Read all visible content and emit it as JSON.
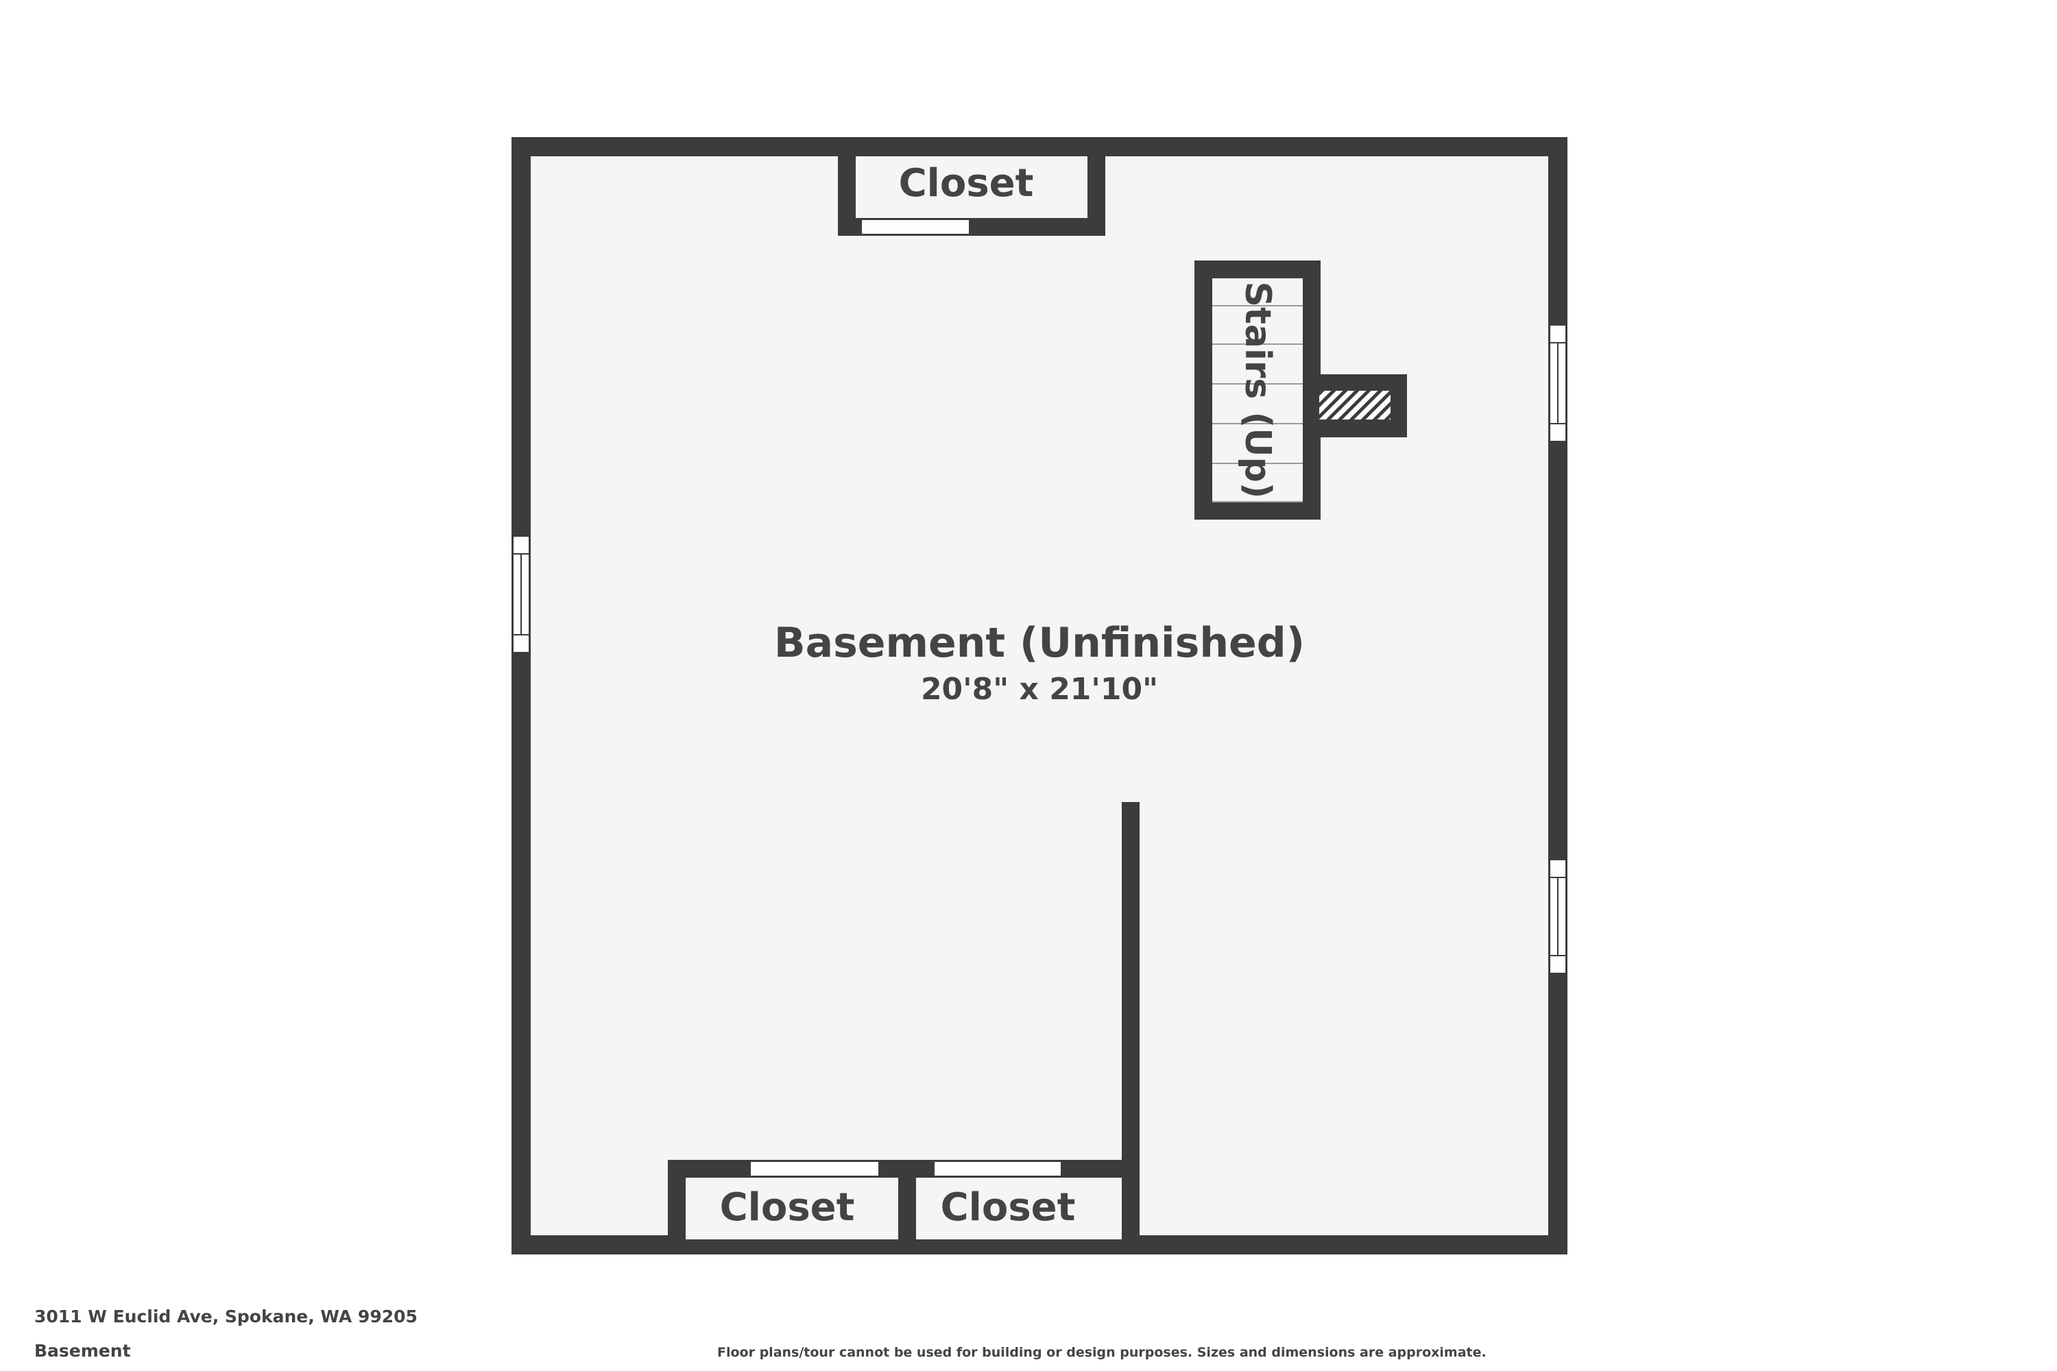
{
  "floor_plan": {
    "main_room": {
      "name": "Basement (Unfinished)",
      "dimensions": "20'8\" x 21'10\""
    },
    "closets": [
      {
        "label": "Closet"
      },
      {
        "label": "Closet"
      },
      {
        "label": "Closet"
      }
    ],
    "stairs": {
      "label": "Stairs (Up)"
    }
  },
  "footer": {
    "address": "3011 W Euclid Ave, Spokane, WA 99205",
    "floor_name": "Basement",
    "disclaimer": "Floor plans/tour cannot be used for building or design purposes. Sizes and dimensions are approximate."
  },
  "colors": {
    "wall": "#3c3c3c",
    "floor": "#f5f5f5",
    "text": "#444444",
    "background": "#ffffff"
  }
}
